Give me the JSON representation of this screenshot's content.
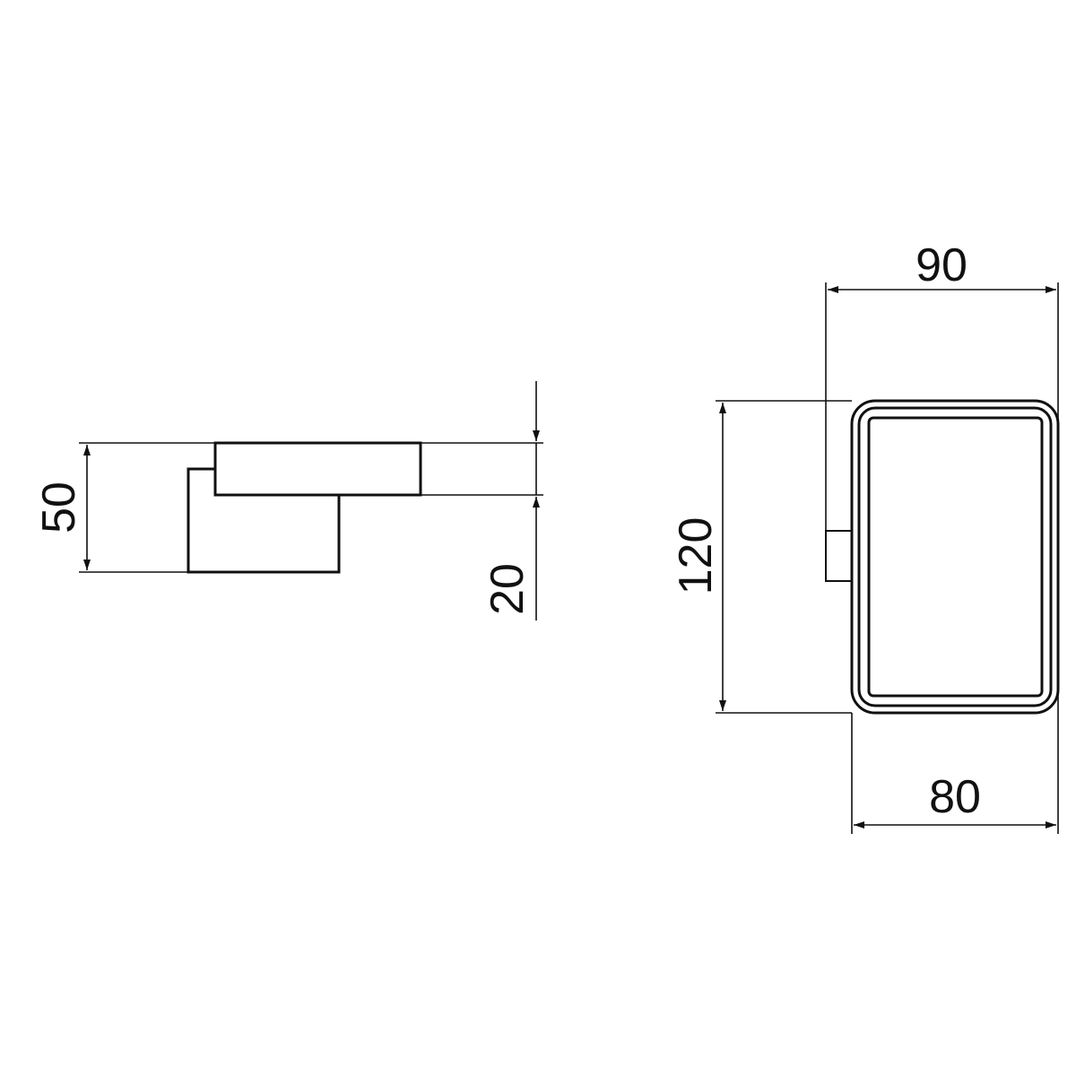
{
  "drawing": {
    "side_view": {
      "dimensions": {
        "total_height": "50",
        "plate_thickness": "20"
      }
    },
    "front_view": {
      "dimensions": {
        "projection_width": "90",
        "height": "120",
        "body_width": "80"
      }
    }
  },
  "colors": {
    "line": "#111111",
    "background": "#ffffff"
  }
}
